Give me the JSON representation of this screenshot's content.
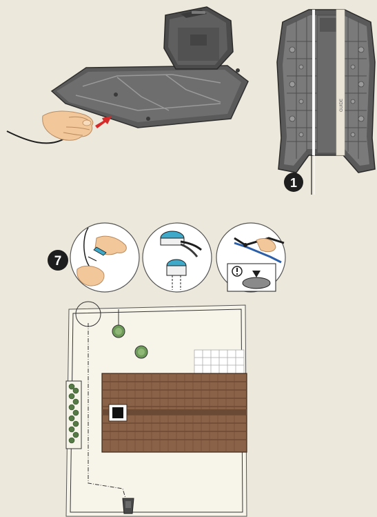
{
  "colors": {
    "background": "#ece8dc",
    "plate_dark": "#4a4a4a",
    "plate_mid": "#6b6b6b",
    "arrow_red": "#d42a2a",
    "hand_skin": "#f2c89b",
    "connector_blue": "#3fa9c9",
    "roof_brown": "#8a6248",
    "bush_green": "#6e9a5a"
  },
  "step_one": {
    "label": "1"
  },
  "step_seven": {
    "label": "7"
  },
  "charging_station_top": {
    "guide_label": "GUIDE"
  },
  "icons": [
    "hand-icon",
    "arrow-icon",
    "connector-icon",
    "pliers-icon",
    "warning-icon",
    "tree-icon",
    "bush-icon",
    "house-icon",
    "charging-station-icon"
  ]
}
